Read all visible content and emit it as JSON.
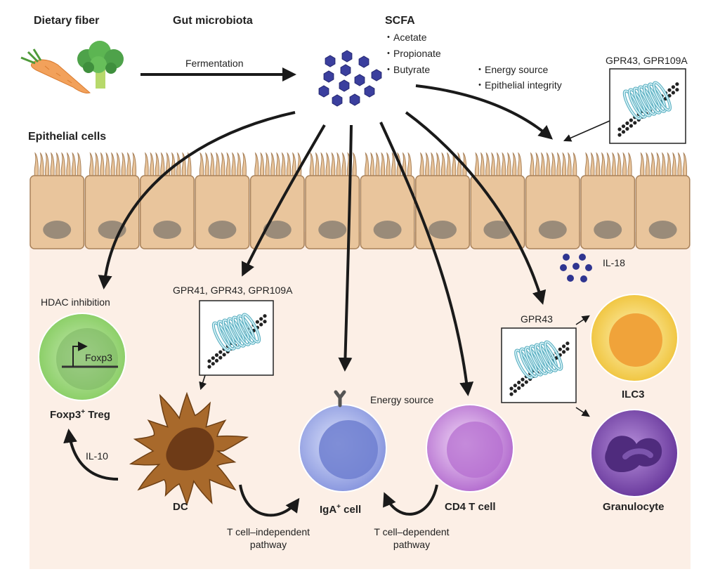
{
  "header": {
    "dietary_fiber": "Dietary fiber",
    "gut_microbiota": "Gut microbiota",
    "scfa": "SCFA",
    "scfa_items": [
      "・Acetate",
      "・Propionate",
      "・Butyrate"
    ],
    "fermentation": "Fermentation"
  },
  "epithelium": {
    "title": "Epithelial cells",
    "effects": [
      "・Energy source",
      "・Epithelial integrity"
    ],
    "receptor_label": "GPR43, GPR109A",
    "il18": "IL-18"
  },
  "cells": {
    "treg": {
      "label": "Foxp3",
      "sup": "+",
      "suffix": " Treg",
      "gene": "Foxp3",
      "mechanism": "HDAC inhibition"
    },
    "dc": {
      "label": "DC",
      "receptor_label": "GPR41, GPR43, GPR109A"
    },
    "iga": {
      "label": "IgA",
      "sup": "+",
      "suffix": " cell"
    },
    "cd4": {
      "label": "CD4 T cell",
      "energy": "Energy source"
    },
    "ilc3": {
      "label": "ILC3",
      "receptor_label": "GPR43"
    },
    "granulocyte": {
      "label": "Granulocyte"
    }
  },
  "pathways": {
    "il10": "IL-10",
    "t_independent": [
      "T cell–independent",
      "pathway"
    ],
    "t_dependent": [
      "T cell–dependent",
      "pathway"
    ]
  },
  "colors": {
    "lamina": "#fcefe6",
    "epithelial": "#e9c59c",
    "nucleus": "#9a8b79",
    "scfa": "#3b3f9e",
    "treg": "#a9dc8d",
    "dc": "#a8692b",
    "iga": "#8f9ee6",
    "cd4": "#c584d9",
    "ilc3": "#f4c947",
    "granulocyte": "#8a5cb8",
    "receptor": "#8fd3e0",
    "arrow": "#1a1a1a"
  }
}
